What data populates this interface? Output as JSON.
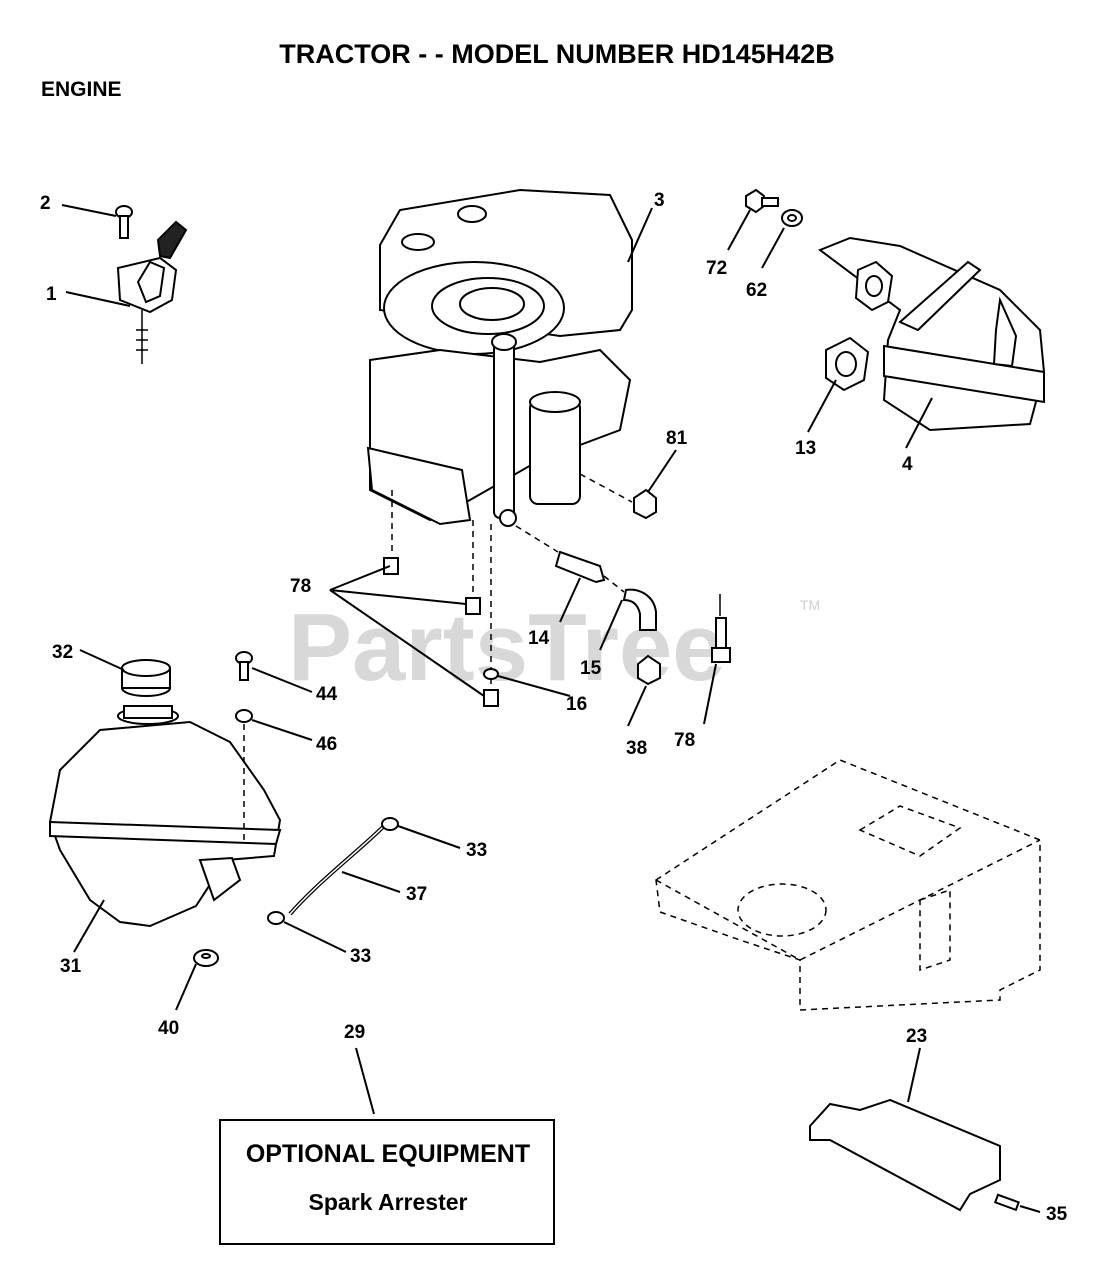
{
  "header": {
    "title": "TRACTOR - - MODEL NUMBER HD145H42B",
    "section": "ENGINE"
  },
  "watermark": {
    "text": "PartsTree",
    "trademark": "TM"
  },
  "callouts": {
    "c1": "1",
    "c2": "2",
    "c3": "3",
    "c4": "4",
    "c13": "13",
    "c14": "14",
    "c15": "15",
    "c16": "16",
    "c23": "23",
    "c29": "29",
    "c31": "31",
    "c32": "32",
    "c33a": "33",
    "c33b": "33",
    "c35": "35",
    "c37": "37",
    "c38": "38",
    "c40": "40",
    "c44": "44",
    "c46": "46",
    "c62": "62",
    "c72": "72",
    "c78a": "78",
    "c78b": "78",
    "c81": "81"
  },
  "optional_equipment": {
    "title": "OPTIONAL EQUIPMENT",
    "item": "Spark Arrester"
  }
}
